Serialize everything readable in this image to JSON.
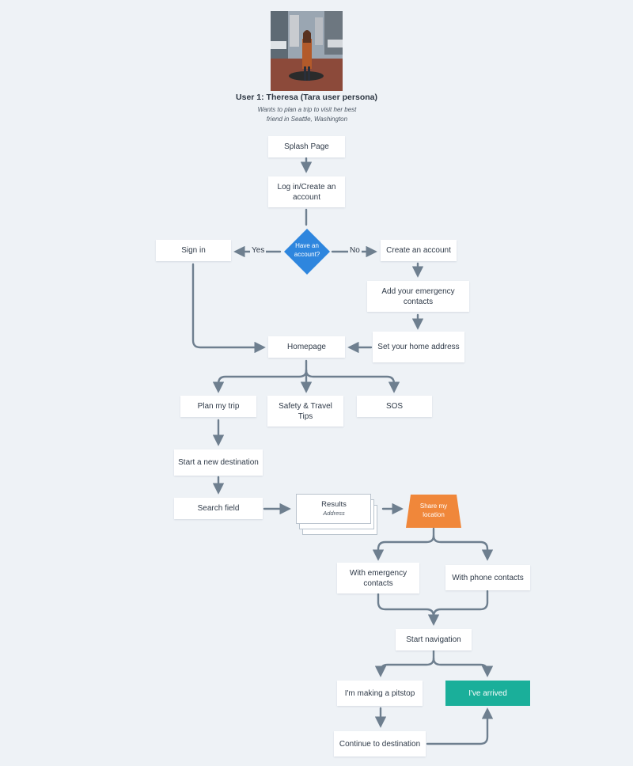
{
  "persona": {
    "title": "User 1: Theresa (Tara user persona)",
    "description_line1": "Wants to plan a trip to visit her best",
    "description_line2": "friend in Seattle, Washington"
  },
  "nodes": {
    "splash": "Splash Page",
    "login_line1": "Log in/Create an",
    "login_line2": "account",
    "decision_line1": "Have an",
    "decision_line2": "account?",
    "sign_in": "Sign in",
    "create_account": "Create an account",
    "emergency_line1": "Add your emergency",
    "emergency_line2": "contacts",
    "home_address": "Set your home address",
    "homepage": "Homepage",
    "plan_trip": "Plan my trip",
    "safety_line1": "Safety & Travel",
    "safety_line2": "Tips",
    "sos": "SOS",
    "new_destination": "Start a new destination",
    "search_field": "Search field",
    "results_title": "Results",
    "results_sub": "Address",
    "share_line1": "Share my",
    "share_line2": "location",
    "with_emergency_line1": "With emergency",
    "with_emergency_line2": "contacts",
    "with_phone": "With phone contacts",
    "start_nav": "Start navigation",
    "pitstop": "I'm making a pitstop",
    "arrived": "I've arrived",
    "continue": "Continue to destination"
  },
  "edge_labels": {
    "yes": "Yes",
    "no": "No"
  },
  "colors": {
    "background": "#eef2f6",
    "connector": "#6e7f8f",
    "decision": "#2e86de",
    "share": "#f0873a",
    "arrived": "#1aaf9a"
  }
}
